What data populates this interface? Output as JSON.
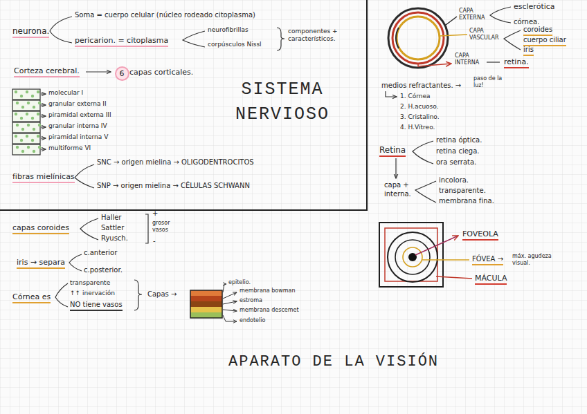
{
  "diagram": {
    "title": "SISTEMA NERVIOSO",
    "nodes": [
      {
        "text": [
          "6"
        ]
      }
    ],
    "labels": [
      "neurona.",
      "Soma = cuerpo celular (núcleo rodeado citoplasma)",
      "pericarion. = citoplasma",
      "neurofibrillas",
      "corpúsculos Nissl",
      "componentes + característicos.",
      "Corteza cerebral.",
      "capas corticales.",
      "molecular I",
      "granular externa II",
      "piramidal externa III",
      "granular interna IV",
      "piramidal interna V",
      "multiforme VI",
      "fibras mielínicas",
      "SNC → origen mielina → OLIGODENTROCITOS",
      "SNP → origen mielina → CÉLULAS SCHWANN",
      "CAPA EXTERNA",
      "esclerótica",
      "córnea.",
      "CAPA VASCULAR",
      "coroides",
      "cuerpo ciliar",
      "iris",
      "CAPA INTERNA",
      "retina.",
      "medios refractantes. →",
      "paso de la luz!",
      "1. Córnea",
      "2. H.acuoso.",
      "3. Cristalino.",
      "4. H.Vítreo.",
      "Retina",
      "retina óptica.",
      "retina ciega.",
      "ora serrata.",
      "capa + interna.",
      "incolora.",
      "transparente.",
      "membrana fina.",
      "capas coroides",
      "Haller",
      "Sattler",
      "Ryusch.",
      "+",
      "grosor vasos",
      "-",
      "iris → separa",
      "c.anterior",
      "c.posterior.",
      "Córnea es",
      "transparente",
      "↑↑ inervación",
      "NO tiene vasos",
      "Capas →",
      "epitelio.",
      "membrana bowman",
      "estroma",
      "membrana descemet",
      "endotelio",
      "FOVEOLA",
      "FÓVEA →",
      "máx. agudeza visual.",
      "MÁCULA",
      "APARATO DE LA VISIÓN"
    ]
  }
}
